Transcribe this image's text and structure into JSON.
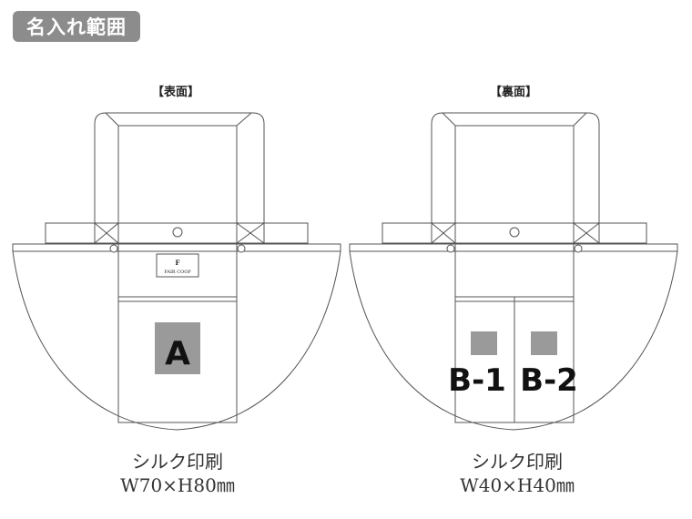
{
  "header": {
    "badge": "名入れ範囲"
  },
  "front": {
    "label": "【表面】",
    "logo_letter": "F",
    "logo_text": "FAIR COOP",
    "zone": "A",
    "method": "シルク印刷",
    "size": "W70×H80㎜"
  },
  "back": {
    "label": "【裏面】",
    "zones": [
      "B-1",
      "B-2"
    ],
    "method": "シルク印刷",
    "size": "W40×H40㎜"
  },
  "colors": {
    "print_area": "#9a9a9a",
    "badge": "#8c8c8c",
    "outline": "#555555"
  }
}
